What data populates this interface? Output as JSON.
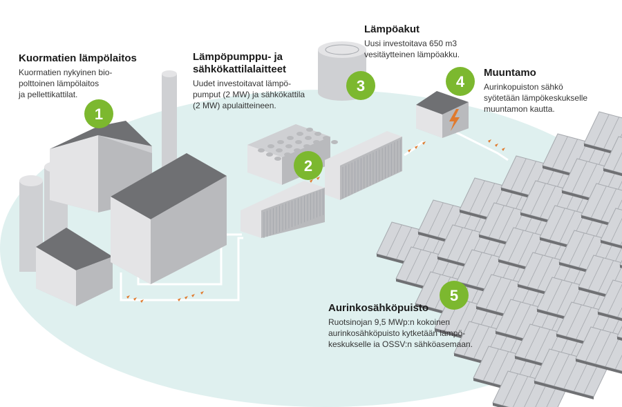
{
  "colors": {
    "ground": "#dff0ef",
    "badge": "#7cb82f",
    "roof": "#6f7073",
    "wall_light": "#e4e4e6",
    "wall_mid": "#cfd0d3",
    "wall_dark": "#b9babd",
    "panel": "#d4d6da",
    "panel_line": "#a6a9ae",
    "arrow": "#e07a2e",
    "pipe": "#ffffff"
  },
  "icons": [
    "lightning-icon"
  ],
  "items": [
    {
      "num": "1",
      "title": "Kuormatien lämpölaitos",
      "desc": [
        "Kuormatien nykyinen bio-",
        "polttoinen lämpölaitos",
        "ja pellettikattilat."
      ]
    },
    {
      "num": "2",
      "title": "Lämpöpumppu- ja",
      "title2": "sähkökattilalaitteet",
      "desc": [
        "Uudet investoitavat lämpö-",
        "pumput (2 MW) ja sähkökattila",
        "(2 MW) apulaitteineen."
      ]
    },
    {
      "num": "3",
      "title": "Lämpöakut",
      "desc": [
        "Uusi investoitava 650 m3",
        "vesitäytteinen lämpöakku."
      ]
    },
    {
      "num": "4",
      "title": "Muuntamo",
      "desc": [
        "Aurinkopuiston sähkö",
        "syötetään lämpökeskukselle",
        "muuntamon kautta."
      ]
    },
    {
      "num": "5",
      "title": "Aurinkosähköpuisto",
      "desc": [
        "Ruotsinojan 9,5 MWp:n kokoinen",
        "aurinkosähköpuisto kytketään lämpö-",
        "keskukselle ia OSSV:n sähköasemaan."
      ]
    }
  ]
}
